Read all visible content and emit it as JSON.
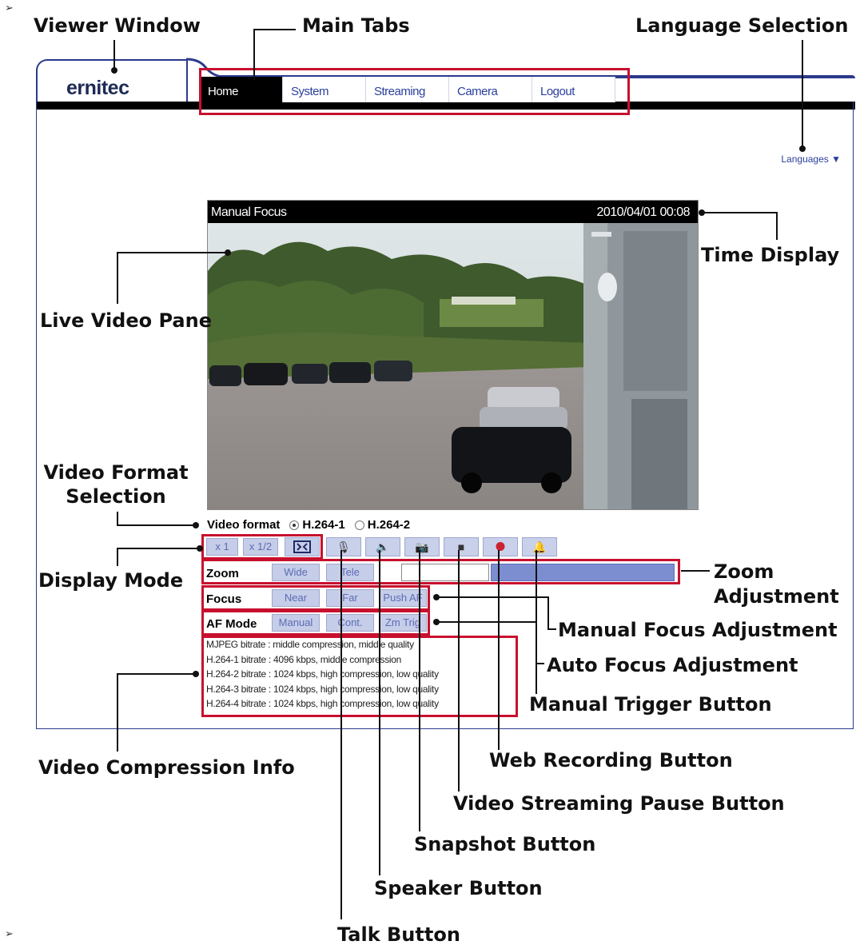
{
  "bullets": [
    "➢",
    "➢"
  ],
  "viewer": {
    "brand": "ernitec",
    "tabs": [
      "Home",
      "System",
      "Streaming",
      "Camera",
      "Logout"
    ],
    "languages_label": "Languages",
    "video_title": "Manual Focus",
    "timestamp": "2010/04/01 00:08",
    "video_format_label": "Video format",
    "video_format_options": [
      "H.264-1",
      "H.264-2"
    ],
    "video_format_selected": "H.264-1",
    "display_mode": [
      "x 1",
      "x 1/2"
    ],
    "zoom": {
      "label": "Zoom",
      "buttons": [
        "Wide",
        "Tele"
      ]
    },
    "focus": {
      "label": "Focus",
      "buttons": [
        "Near",
        "Far",
        "Push AF"
      ]
    },
    "af_mode": {
      "label": "AF Mode",
      "buttons": [
        "Manual",
        "Cont.",
        "Zm Trig"
      ]
    },
    "compression_info": [
      "MJPEG bitrate : middle compression, middle quality",
      "H.264-1 bitrate : 4096 kbps, middle compression",
      "H.264-2 bitrate : 1024 kbps, high compression, low quality",
      "H.264-3 bitrate : 1024 kbps, high compression, low quality",
      "H.264-4 bitrate : 1024 kbps, high compression, low quality"
    ]
  },
  "annotations": {
    "viewer_window": "Viewer Window",
    "main_tabs": "Main Tabs",
    "language_selection": "Language Selection",
    "time_display": "Time Display",
    "live_video_pane": "Live Video Pane",
    "video_format_selection_1": "Video Format",
    "video_format_selection_2": "Selection",
    "display_mode": "Display Mode",
    "zoom_adjustment_1": "Zoom",
    "zoom_adjustment_2": "Adjustment",
    "manual_focus_adjustment": "Manual Focus Adjustment",
    "auto_focus_adjustment": "Auto Focus Adjustment",
    "manual_trigger_button": "Manual Trigger Button",
    "web_recording_button": "Web Recording Button",
    "video_streaming_pause_button": "Video Streaming Pause Button",
    "snapshot_button": "Snapshot Button",
    "speaker_button": "Speaker Button",
    "talk_button": "Talk Button",
    "video_compression_info": "Video Compression Info"
  },
  "colors": {
    "accent_blue": "#2b3a8c",
    "tab_text": "#2a3f9a",
    "highlight_red": "#c8102e",
    "button_blue": "#c6cde8",
    "zoom_fill": "#7c8ed0"
  }
}
